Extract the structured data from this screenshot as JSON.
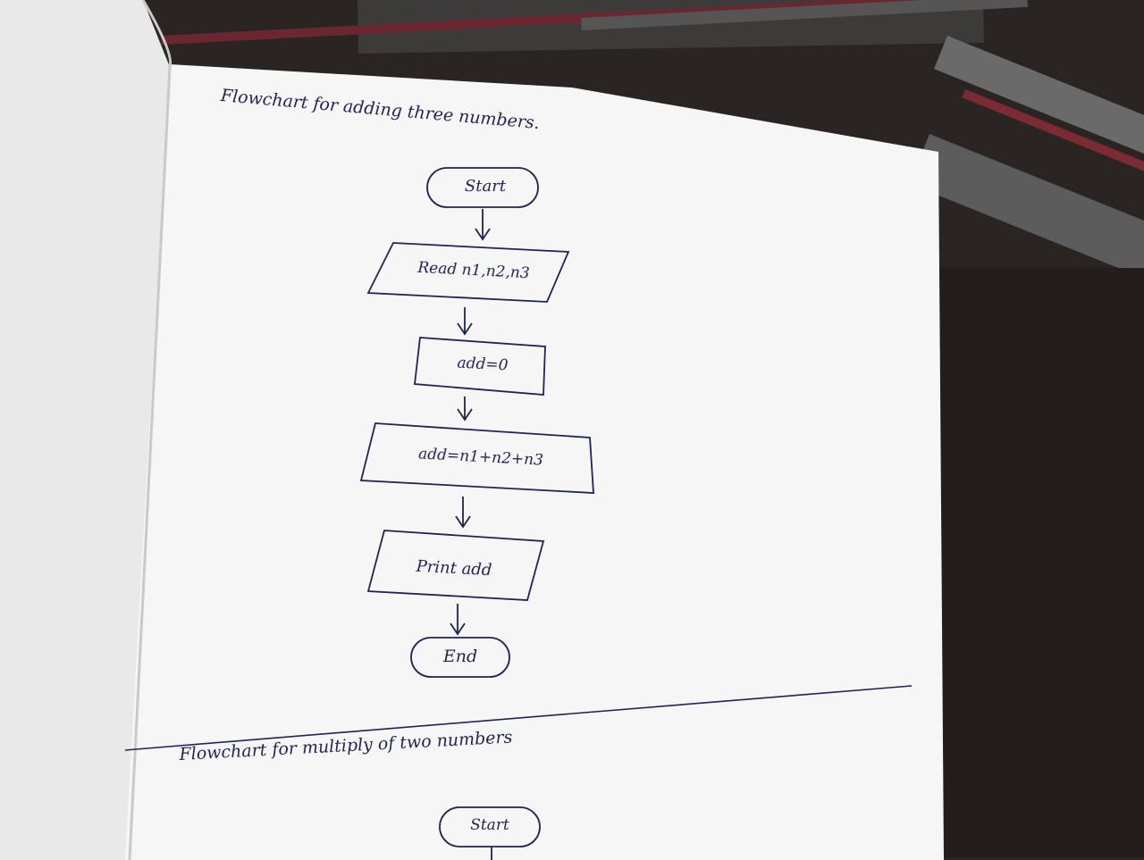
{
  "diagram": {
    "title": "Flowchart for adding three numbers.",
    "nodes": [
      {
        "id": "start",
        "shape": "terminal",
        "label": "Start"
      },
      {
        "id": "read",
        "shape": "parallelogram",
        "label": "Read n1,n2,n3"
      },
      {
        "id": "init",
        "shape": "rectangle",
        "label": "add=0"
      },
      {
        "id": "compute",
        "shape": "rectangle",
        "label": "add=n1+n2+n3"
      },
      {
        "id": "print",
        "shape": "parallelogram",
        "label": "Print add"
      },
      {
        "id": "end",
        "shape": "terminal",
        "label": "End"
      }
    ],
    "edges": [
      {
        "from": "start",
        "to": "read"
      },
      {
        "from": "read",
        "to": "init"
      },
      {
        "from": "init",
        "to": "compute"
      },
      {
        "from": "compute",
        "to": "print"
      },
      {
        "from": "print",
        "to": "end"
      }
    ]
  },
  "second_diagram": {
    "title": "Flowchart for multiply of two numbers",
    "nodes": [
      {
        "id": "start2",
        "shape": "terminal",
        "label": "Start"
      }
    ]
  },
  "colors": {
    "ink": "#1f2357",
    "paper": "#f6f6f7"
  }
}
